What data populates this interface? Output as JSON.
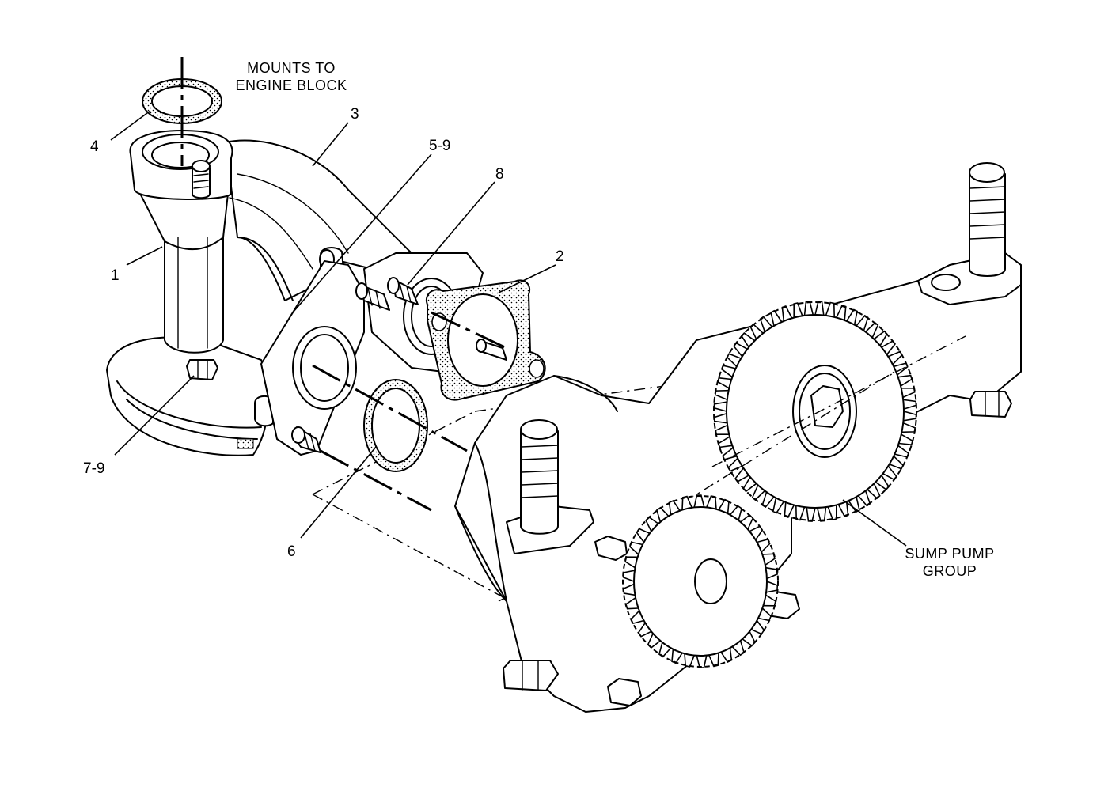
{
  "labels": {
    "mounts_line1": "MOUNTS TO",
    "mounts_line2": "ENGINE BLOCK",
    "sump_line1": "SUMP PUMP",
    "sump_line2": "GROUP"
  },
  "callouts": {
    "c1": "1",
    "c2": "2",
    "c3": "3",
    "c4": "4",
    "c5": "5-9",
    "c6": "6",
    "c7": "7-9",
    "c8": "8"
  },
  "colors": {
    "line": "#000000",
    "background": "#ffffff",
    "stipple": "#000000"
  }
}
